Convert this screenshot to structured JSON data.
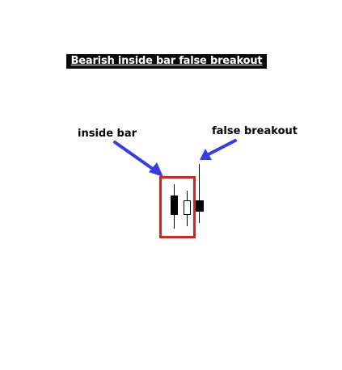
{
  "title": "Bearish inside bar false breakout",
  "labels": {
    "inside_bar": "inside bar",
    "false_breakout": "false breakout"
  },
  "colors": {
    "arrow": "#3a3ae6",
    "highlight_box": "#e02020",
    "bearish_candle": "#000000",
    "bullish_candle": "#ffffff"
  },
  "candles": [
    {
      "role": "mother-bar",
      "direction": "bearish"
    },
    {
      "role": "inside-bar",
      "direction": "bullish"
    },
    {
      "role": "breakout-bar",
      "direction": "bearish"
    }
  ]
}
